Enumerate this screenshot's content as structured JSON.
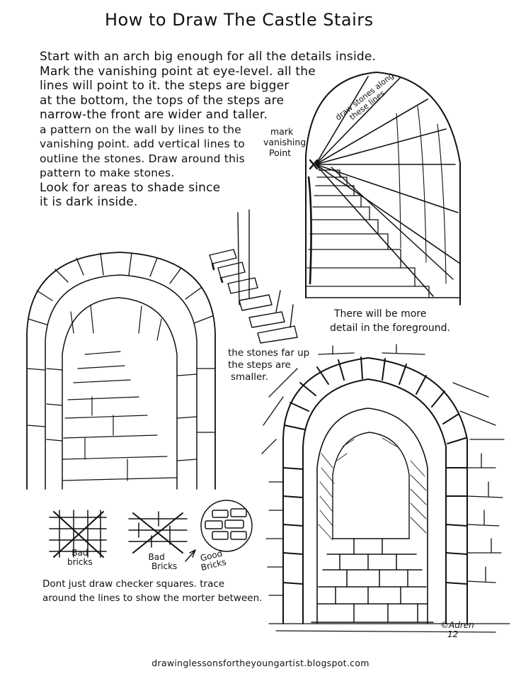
{
  "title": "How to Draw The Castle Stairs",
  "instructions": [
    "Start with an arch  big enough for all the details inside.",
    "Mark the vanishing point at eye-level. all the",
    "lines will point to it.  the steps are bigger",
    "at the bottom, the tops of the steps are",
    "narrow-the front are wider and taller.",
    "a pattern on the wall by lines to the",
    "vanishing point.  add vertical lines to",
    "outline the stones. Draw around this",
    "pattern to make stones.",
    "Look for areas to shade since",
    "it is dark inside."
  ],
  "labels": {
    "mark_vanishing_point": [
      "mark",
      "vanishing",
      "Point"
    ],
    "draw_stones_along": [
      "draw stones along",
      "these lines"
    ],
    "foreground_note": [
      "There will be more",
      "detail in the foreground."
    ],
    "stones_far_note": [
      "the stones far up",
      "the steps are",
      "smaller."
    ]
  },
  "bricks": {
    "bad_1": [
      "Bad",
      "bricks"
    ],
    "bad_2": [
      "Bad",
      "Bricks"
    ],
    "good": [
      "Good",
      "Bricks"
    ],
    "tip": [
      "Dont just draw checker squares. trace",
      "around the lines to show the morter between."
    ]
  },
  "signature": [
    "©Adren",
    "12"
  ],
  "footer": "drawinglessonsfortheyoungartist.blogspot.com"
}
